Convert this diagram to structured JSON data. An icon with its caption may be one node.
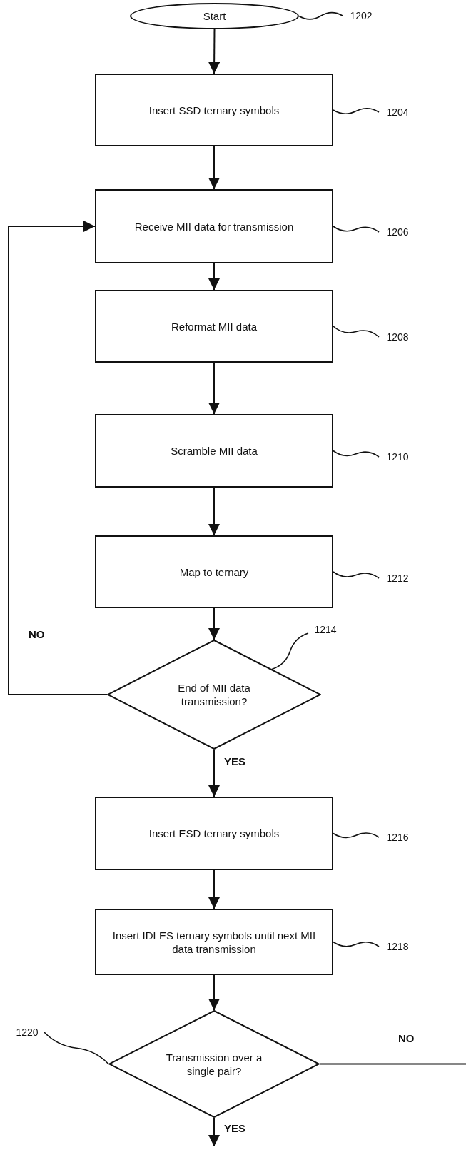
{
  "diagram": {
    "nodes": [
      {
        "text": [
          "Start"
        ]
      },
      {
        "text": [
          "Insert SSD ternary symbols"
        ]
      },
      {
        "text": [
          "Receive MII data for transmission"
        ]
      },
      {
        "text": [
          "Reformat MII data"
        ]
      },
      {
        "text": [
          "Scramble MII data"
        ]
      },
      {
        "text": [
          "Map to ternary"
        ]
      },
      {
        "text": [
          "End of MII data transmission?"
        ]
      },
      {
        "text": [
          "Insert ESD ternary symbols"
        ]
      },
      {
        "text": [
          "Insert IDLES ternary symbols until next MII data transmission"
        ]
      },
      {
        "text": [
          "Transmission over a single pair?"
        ]
      },
      {
        "text": [
          "1202"
        ]
      },
      {
        "text": [
          "1204"
        ]
      },
      {
        "text": [
          "1206"
        ]
      },
      {
        "text": [
          "1208"
        ]
      },
      {
        "text": [
          "1210"
        ]
      },
      {
        "text": [
          "1212"
        ]
      },
      {
        "text": [
          "1214"
        ]
      },
      {
        "text": [
          "1216"
        ]
      },
      {
        "text": [
          "1218"
        ]
      },
      {
        "text": [
          "1220"
        ]
      }
    ],
    "edges": [
      {
        "from": 0,
        "to": 1,
        "arrow": "to"
      },
      {
        "from": 1,
        "to": 2,
        "arrow": "to"
      },
      {
        "from": 2,
        "to": 3,
        "arrow": "to"
      },
      {
        "from": 3,
        "to": 4,
        "arrow": "to"
      },
      {
        "from": 4,
        "to": 5,
        "arrow": "to"
      },
      {
        "from": 5,
        "to": 6,
        "arrow": "to"
      },
      {
        "from": 6,
        "to": 2,
        "arrow": "to",
        "label": "NO"
      },
      {
        "from": 6,
        "to": 7,
        "arrow": "to",
        "label": "YES"
      },
      {
        "from": 7,
        "to": 8,
        "arrow": "to"
      },
      {
        "from": 8,
        "to": 9,
        "arrow": "to"
      },
      {
        "from": 9,
        "to": null,
        "arrow": "none",
        "label": "NO"
      },
      {
        "from": 9,
        "to": null,
        "arrow": "to",
        "label": "YES"
      },
      {
        "from": 10,
        "to": 0,
        "arrow": "none"
      },
      {
        "from": 11,
        "to": 1,
        "arrow": "none"
      },
      {
        "from": 12,
        "to": 2,
        "arrow": "none"
      },
      {
        "from": 13,
        "to": 3,
        "arrow": "none"
      },
      {
        "from": 14,
        "to": 4,
        "arrow": "none"
      },
      {
        "from": 15,
        "to": 5,
        "arrow": "none"
      },
      {
        "from": 16,
        "to": 6,
        "arrow": "none"
      },
      {
        "from": 17,
        "to": 7,
        "arrow": "none"
      },
      {
        "from": 18,
        "to": 8,
        "arrow": "none"
      },
      {
        "from": 19,
        "to": 9,
        "arrow": "none"
      }
    ]
  }
}
